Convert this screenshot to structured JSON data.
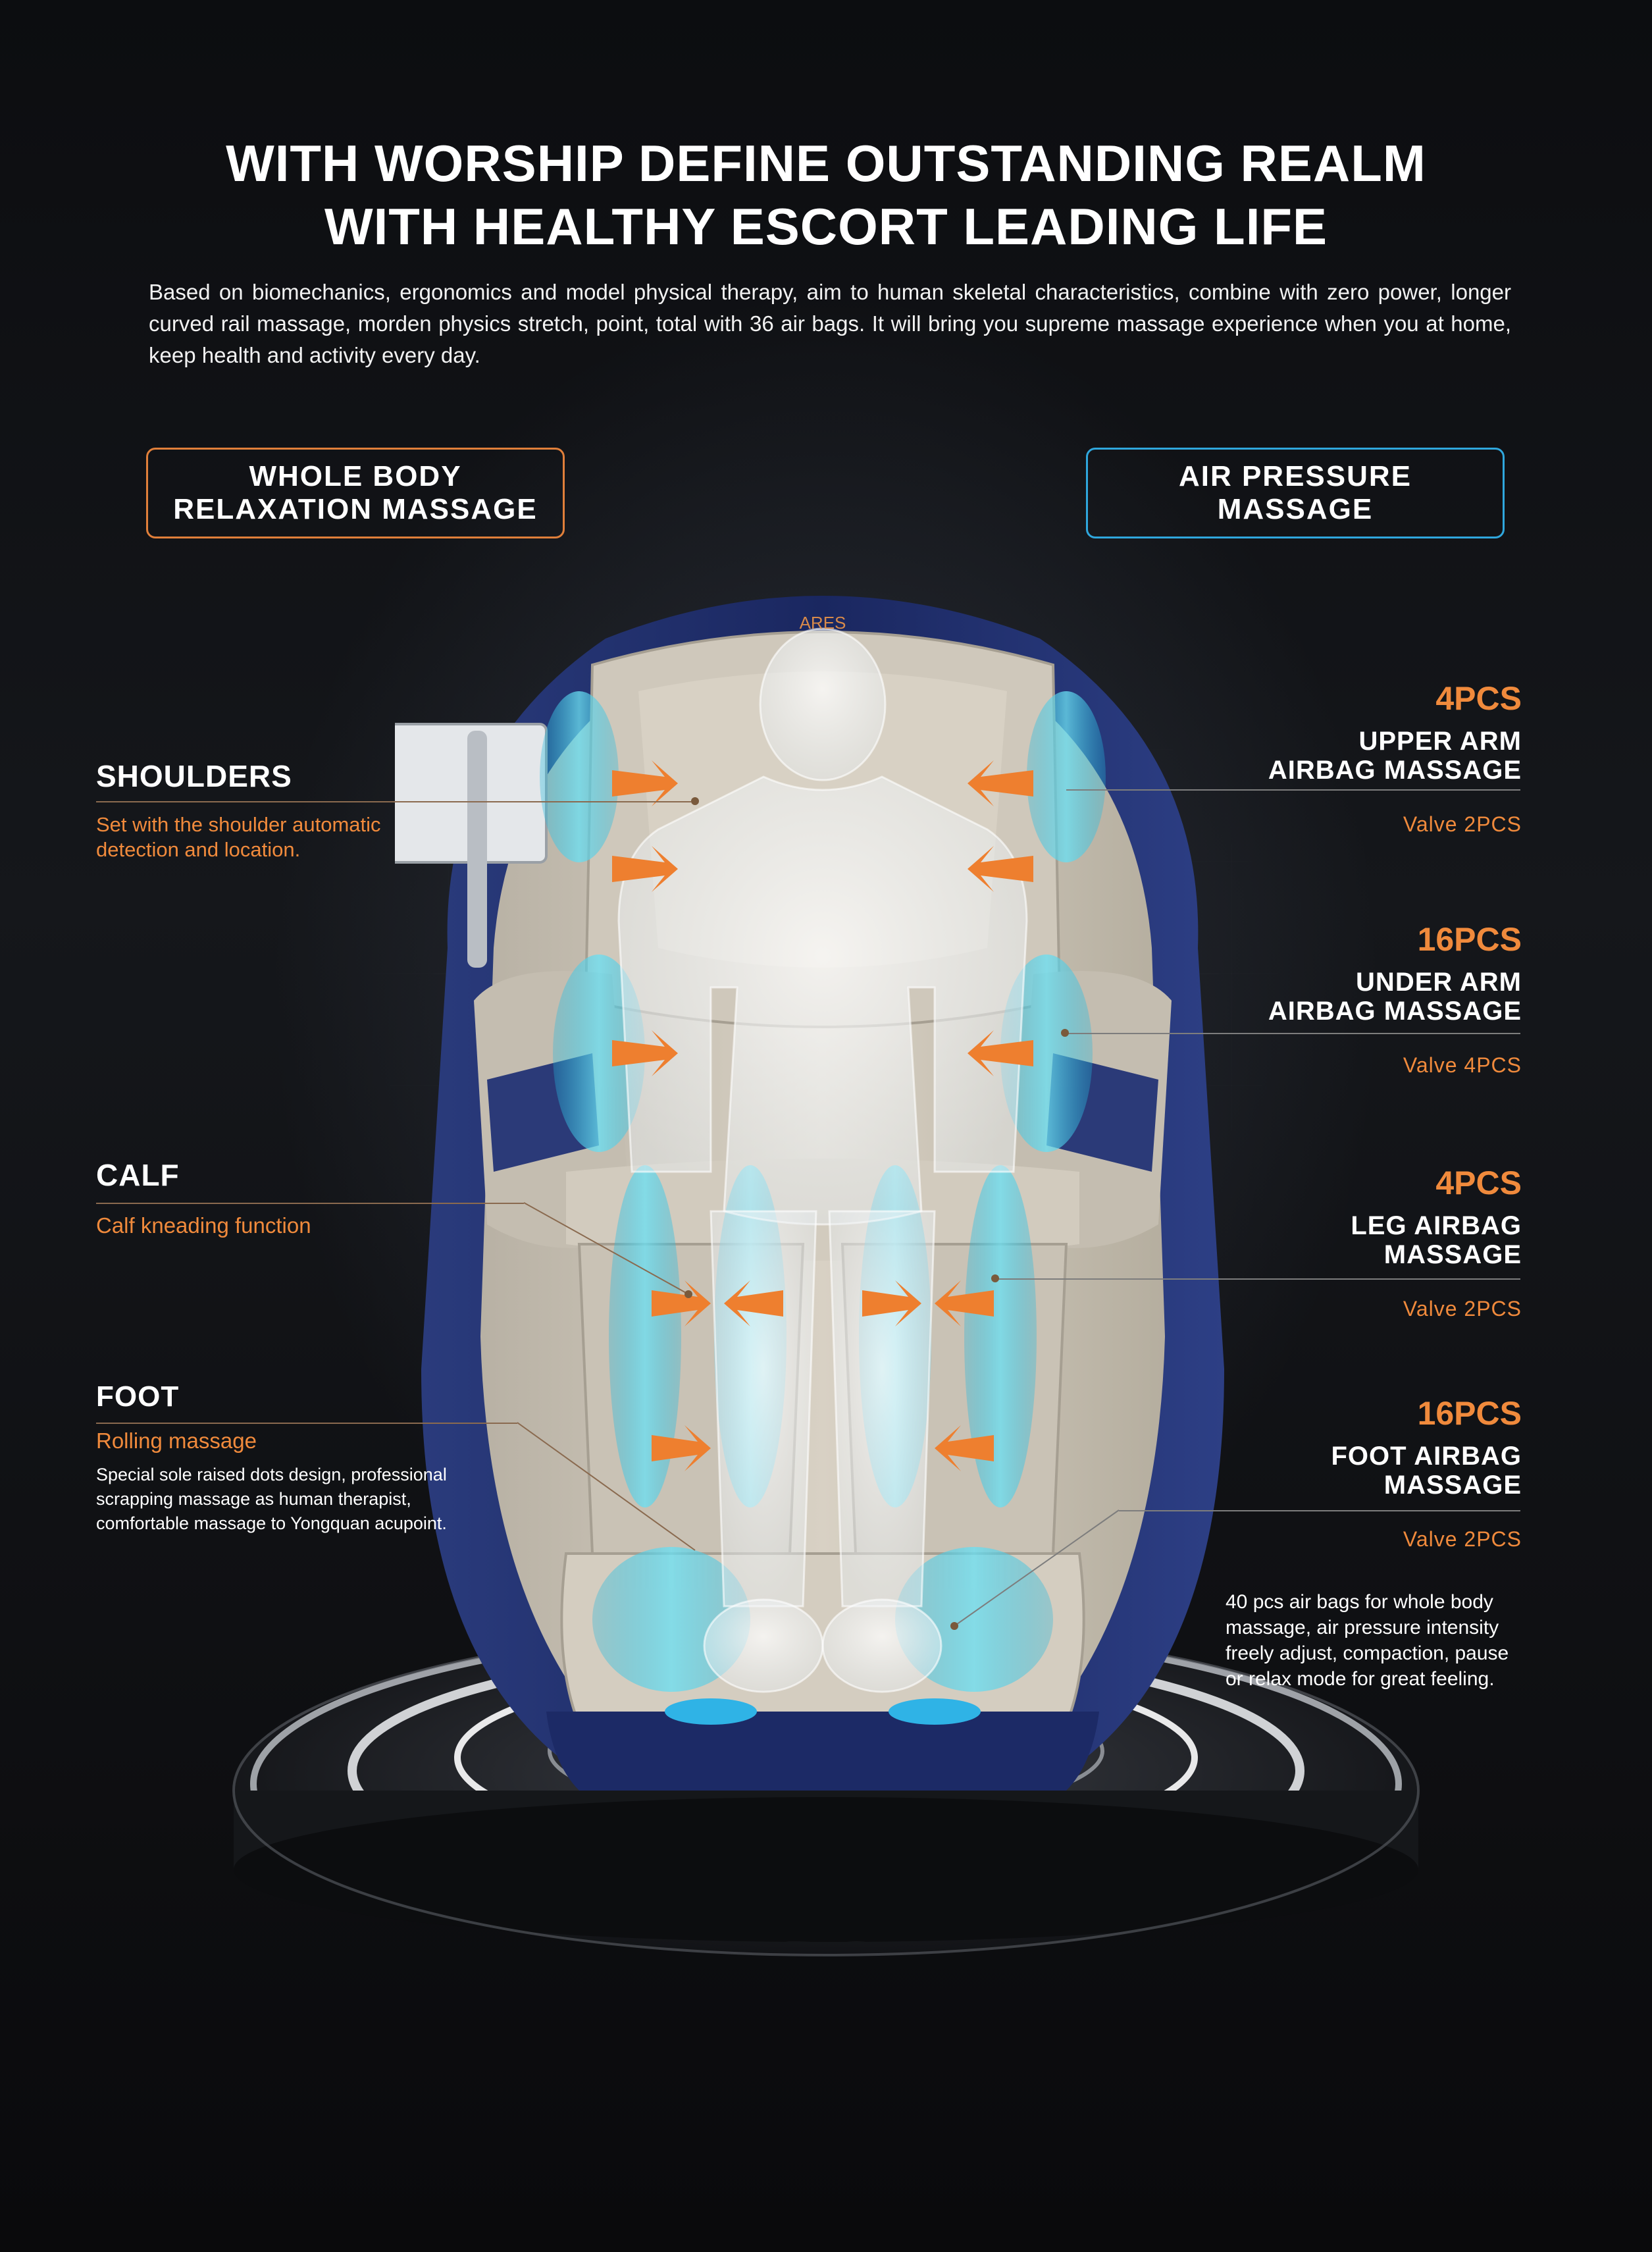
{
  "header": {
    "headline_line1": "WITH WORSHIP DEFINE OUTSTANDING REALM",
    "headline_line2": "WITH HEALTHY ESCORT LEADING LIFE",
    "intro": "Based on biomechanics, ergonomics and model physical therapy, aim to human skeletal characteristics, combine with zero power, longer curved rail massage, morden physics stretch, point, total with 36 air bags. It will bring you supreme massage experience when you at home, keep health and activity every day."
  },
  "pills": {
    "left_line1": "WHOLE BODY",
    "left_line2": "RELAXATION MASSAGE",
    "right_line1": "AIR PRESSURE",
    "right_line2": "MASSAGE"
  },
  "left_features": {
    "shoulders": {
      "title": "SHOULDERS",
      "desc_line1": "Set with the shoulder automatic",
      "desc_line2": "detection and location."
    },
    "calf": {
      "title": "CALF",
      "desc": "Calf kneading function"
    },
    "foot": {
      "title": "FOOT",
      "subtitle": "Rolling massage",
      "desc_line1": "Special sole raised dots design, professional",
      "desc_line2": "scrapping massage as human therapist,",
      "desc_line3": "comfortable massage to Yongquan acupoint."
    }
  },
  "right_features": [
    {
      "pcs": "4PCS",
      "title_line1": "UPPER ARM",
      "title_line2": "AIRBAG MASSAGE",
      "valve": "Valve  2PCS"
    },
    {
      "pcs": "16PCS",
      "title_line1": "UNDER ARM",
      "title_line2": "AIRBAG MASSAGE",
      "valve": "Valve  4PCS"
    },
    {
      "pcs": "4PCS",
      "title_line1": "LEG AIRBAG",
      "title_line2": "MASSAGE",
      "valve": "Valve  2PCS"
    },
    {
      "pcs": "16PCS",
      "title_line1": "FOOT AIRBAG",
      "title_line2": "MASSAGE",
      "valve": "Valve  2PCS"
    }
  ],
  "footnote": {
    "line1": "40 pcs air bags for whole body",
    "line2": "massage, air pressure intensity",
    "line3": "freely adjust, compaction, pause",
    "line4": "or relax mode for great feeling."
  },
  "brand_mark": "ARES",
  "colors": {
    "accent_orange": "#f08a3c",
    "accent_blue": "#2fa7dd",
    "chair_navy": "#1f2f6b",
    "chair_beige": "#cbc3b5",
    "airbag_cyan": "#39c8e6"
  }
}
